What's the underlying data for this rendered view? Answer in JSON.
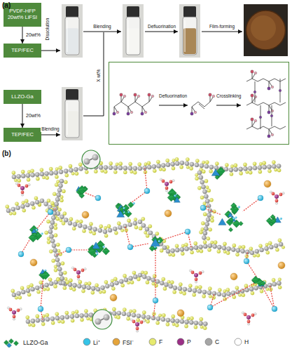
{
  "diagram": {
    "nodes": [
      {
        "text": [
          "PVDF-HFP 20wt% LiFSI"
        ]
      },
      {
        "text": [
          "TEP/FEC"
        ]
      },
      {
        "text": [
          "LLZO-Ga"
        ]
      },
      {
        "text": [
          "TEP/FEC"
        ]
      },
      {
        "text": [
          "Defluorination",
          "Crosslinking"
        ]
      }
    ],
    "edges": [
      {
        "from": 0,
        "to": 1,
        "arrow": "to",
        "label": "20wt%"
      },
      {
        "from": 2,
        "to": 3,
        "arrow": "to",
        "label": "20wt%"
      }
    ],
    "labels": [
      "(a)",
      "Dissolution",
      "Blending",
      "Defluorination",
      "Film-forming",
      "X wt%",
      "Blending",
      "(b)"
    ],
    "legend": [
      {
        "text": "LLZO-Ga"
      },
      {
        "text": "Li⁺",
        "color": "#35c4e8"
      },
      {
        "text": "FSI⁻",
        "color": "#e5a43a"
      },
      {
        "text": "F",
        "color": "#e6ea6e"
      },
      {
        "text": "P",
        "color": "#9b2f86"
      },
      {
        "text": "C",
        "color": "#a6a6a6"
      },
      {
        "text": "H",
        "color": "#ffffff"
      }
    ]
  }
}
